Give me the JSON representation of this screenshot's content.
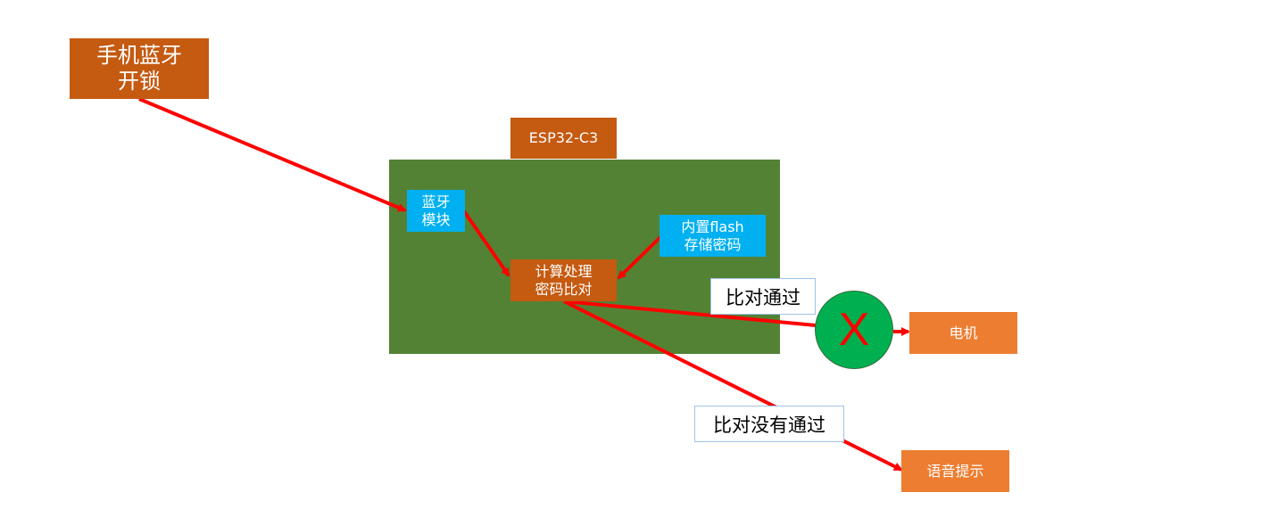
{
  "diagram": {
    "phone_unlock": "手机蓝牙\n开锁",
    "chip_label": "ESP32-C3",
    "bluetooth_module": "蓝牙\n模块",
    "flash_storage": "内置flash\n存储密码",
    "compute": "计算处理\n密码比对",
    "pass_label": "比对通过",
    "switch_symbol": "X",
    "motor": "电机",
    "fail_label": "比对没有通过",
    "voice_prompt": "语音提示"
  },
  "colors": {
    "dark_orange": "#c55a11",
    "light_orange": "#ed7d31",
    "blue": "#00b0f0",
    "board_green": "#548235",
    "switch_green": "#00b050",
    "arrow_red": "#ff0000"
  }
}
